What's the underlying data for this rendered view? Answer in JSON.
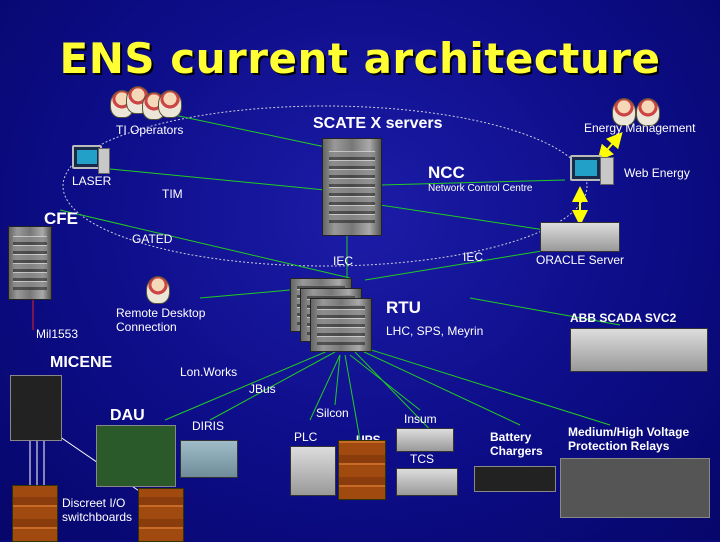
{
  "title": "ENS current architecture",
  "labels": {
    "ti_operators": "TI Operators",
    "scate": "SCATE X servers",
    "energy_mgmt": "Energy Management",
    "laser": "LASER",
    "ncc": "NCC",
    "web_energy": "Web Energy",
    "tim": "TIM",
    "ncc_sub": "Network Control Centre",
    "cfe": "CFE",
    "gated": "GATED",
    "iec1": "IEC",
    "iec2": "IEC",
    "oracle": "ORACLE Server",
    "remote_desktop": "Remote Desktop\nConnection",
    "rtu": "RTU",
    "abb": "ABB SCADA SVC2",
    "mil": "Mil1553",
    "lhc": "LHC, SPS, Meyrin",
    "micene": "MICENE",
    "lonworks": "Lon.Works",
    "jbus": "JBus",
    "dau": "DAU",
    "diris": "DIRIS",
    "silcon": "Silcon",
    "insum": "Insum",
    "plc": "PLC",
    "ups": "UPS",
    "tcs": "TCS",
    "battery": "Battery\nChargers",
    "relays": "Medium/High Voltage\nProtection Relays",
    "discreet": "Discreet I/O\nswitchboards"
  },
  "colors": {
    "background": "#0d0d88",
    "title": "#ffff33",
    "link_green": "#22cc22",
    "link_red": "#ee2222",
    "arrow_yellow": "#ffff00"
  }
}
